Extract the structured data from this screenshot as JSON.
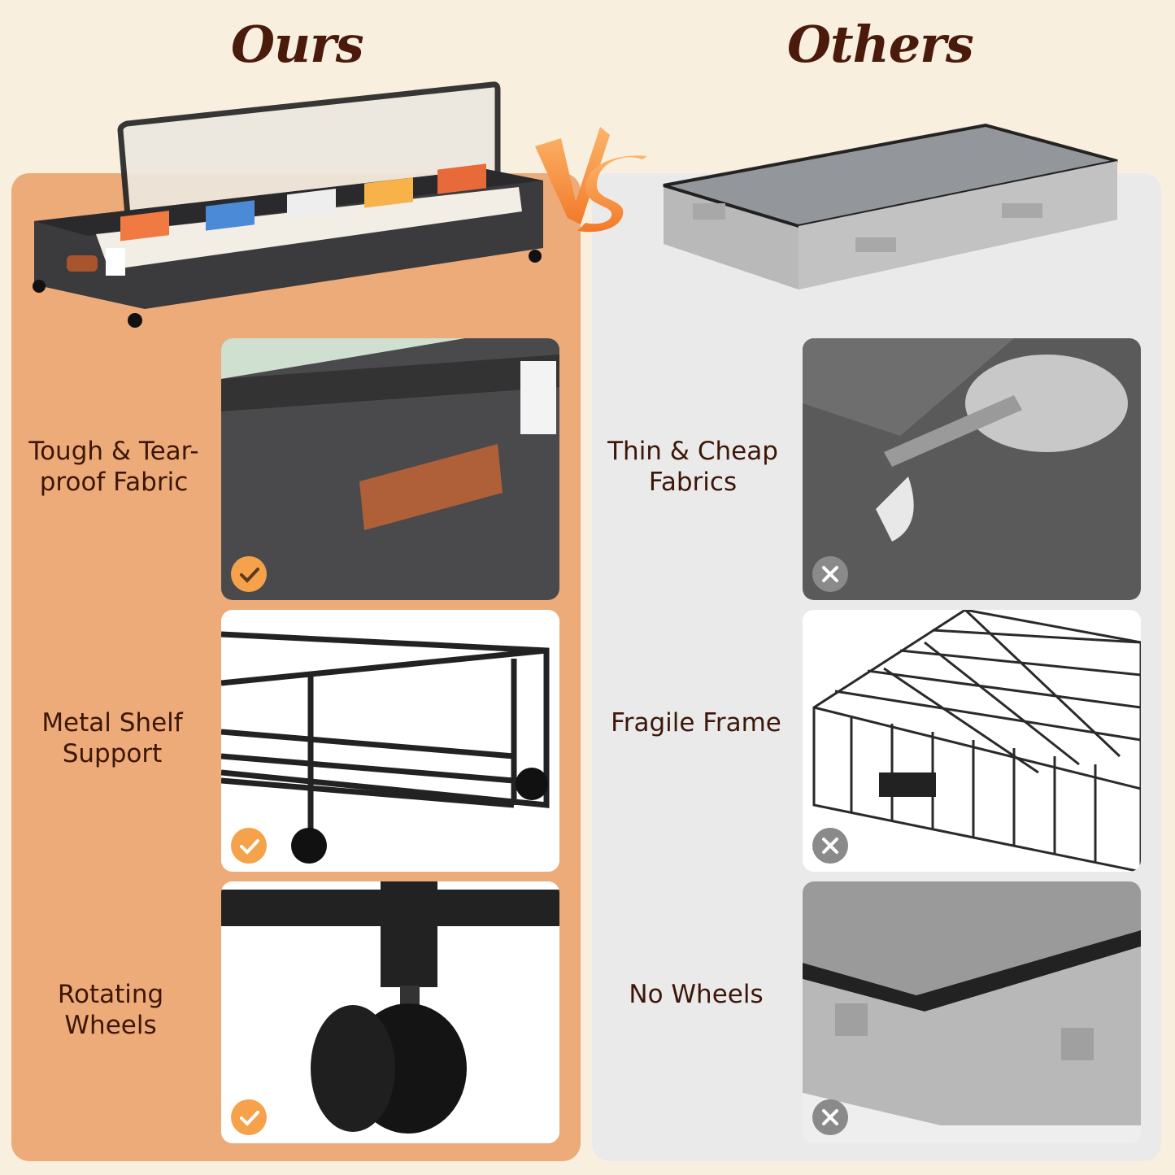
{
  "header": {
    "left_title": "Ours",
    "right_title": "Others",
    "vs_label": "VS"
  },
  "colors": {
    "title": "#4a1a0a",
    "ours_panel": "#ecab78",
    "others_panel": "#eaeaea",
    "background": "#f8efdf",
    "check_badge": "#f5a24a",
    "cross_badge": "#8a8a8a",
    "vs_orange": "#f58a3a"
  },
  "ours": {
    "hero_image": "dark-gray-underbed-storage-with-wheels",
    "features": [
      {
        "label": "Tough & Tear-\nproof Fabric",
        "line1": "Tough & Tear-",
        "line2": "proof Fabric",
        "image": "dark-fabric-with-leather-handle",
        "badge": "check-icon"
      },
      {
        "label": "Metal Shelf Support",
        "line1": "Metal Shelf",
        "line2": "Support",
        "image": "black-metal-frame-with-wheels",
        "badge": "check-icon"
      },
      {
        "label": "Rotating Wheels",
        "line1": "Rotating",
        "line2": "Wheels",
        "image": "caster-wheel-closeup",
        "badge": "check-icon"
      }
    ]
  },
  "others": {
    "hero_image": "gray-underbed-storage-bag",
    "features": [
      {
        "label": "Thin & Cheap Fabrics",
        "line1": "Thin & Cheap",
        "line2": "Fabrics",
        "image": "torn-fabric",
        "badge": "cross-icon"
      },
      {
        "label": "Fragile Frame",
        "line1": "Fragile Frame",
        "line2": "",
        "image": "wire-frame",
        "badge": "cross-icon"
      },
      {
        "label": "No Wheels",
        "line1": "No Wheels",
        "line2": "",
        "image": "gray-bag-corner",
        "badge": "cross-icon"
      }
    ]
  }
}
